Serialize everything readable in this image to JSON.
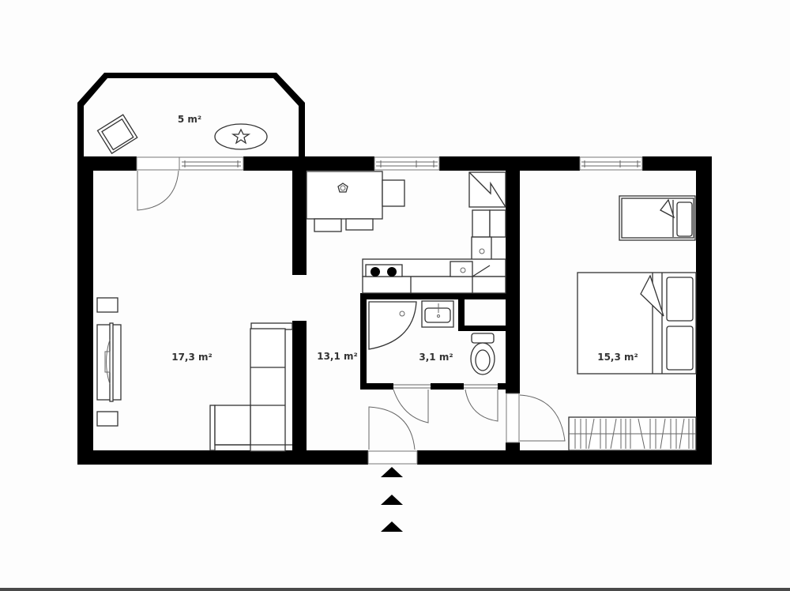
{
  "plan": {
    "type": "apartment floor plan",
    "rooms": [
      {
        "id": "balcony",
        "name": "balcony",
        "area": "5 m²"
      },
      {
        "id": "living-room",
        "name": "living room",
        "area": "17,3 m²"
      },
      {
        "id": "kitchen-hall",
        "name": "kitchen / hall",
        "area": "13,1 m²"
      },
      {
        "id": "bathroom",
        "name": "bathroom",
        "area": "3,1 m²"
      },
      {
        "id": "bedroom",
        "name": "bedroom",
        "area": "15,3 m²"
      }
    ],
    "entrance_arrows": 3,
    "colors": {
      "walls": "#000000",
      "background": "#fdfdfd",
      "lines": "#333333",
      "text": "#333333"
    }
  }
}
